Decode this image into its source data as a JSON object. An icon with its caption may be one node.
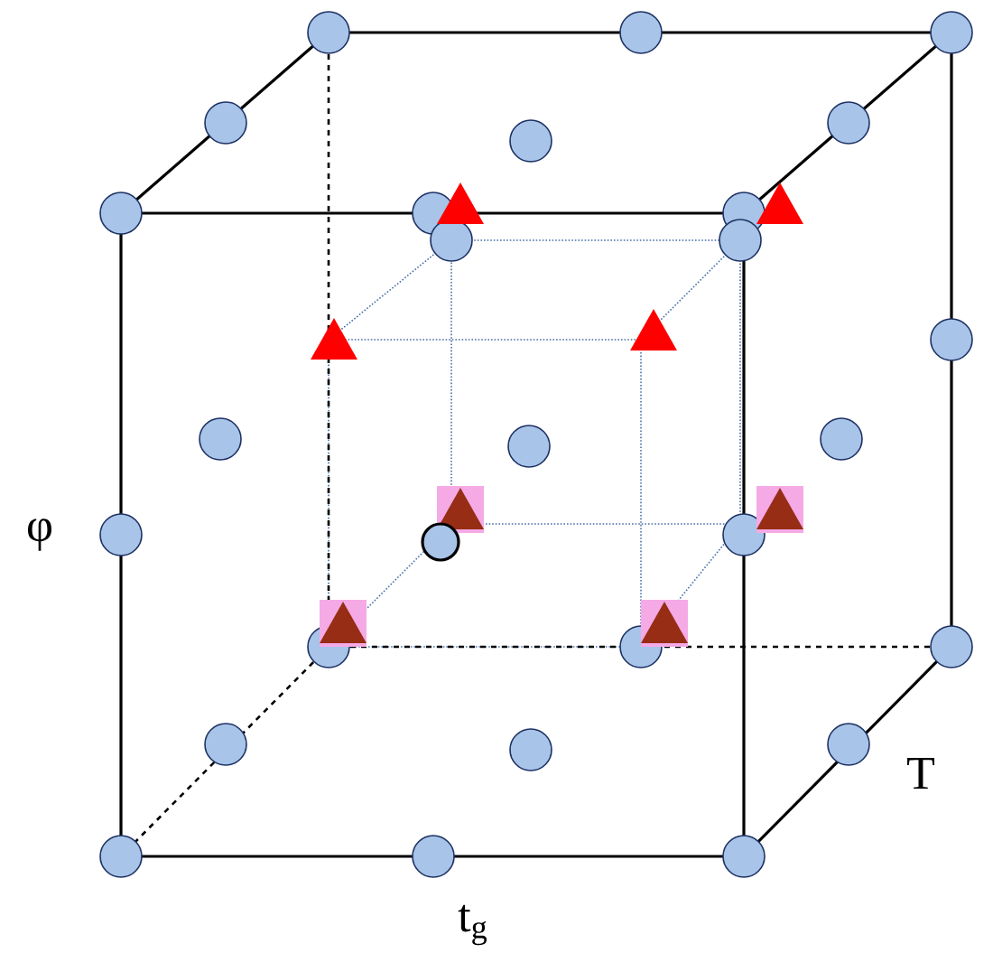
{
  "diagram": {
    "labels": [
      "φ",
      "t$_{g}$",
      "T"
    ]
  }
}
